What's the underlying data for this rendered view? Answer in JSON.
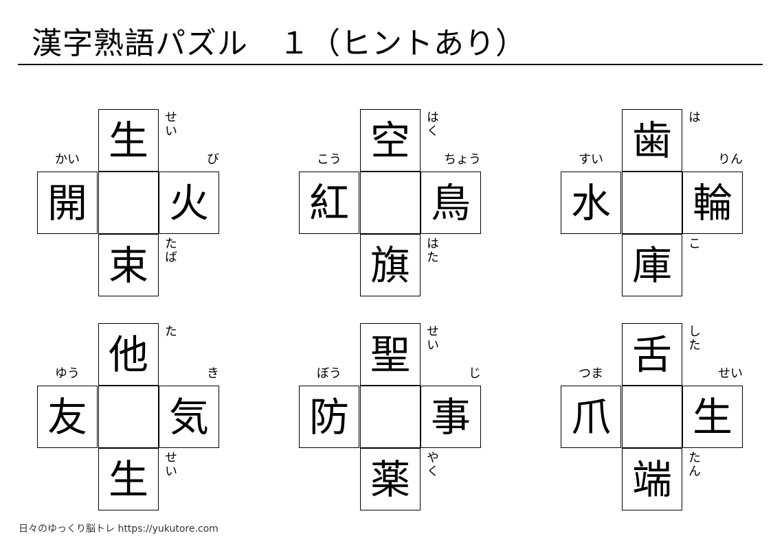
{
  "title": "漢字熟語パズル　１（ヒントあり）",
  "footer": "日々のゆっくり脳トレ https://yukutore.com",
  "puzzles": [
    {
      "top": "生",
      "top_ruby": "せい",
      "left": "開",
      "left_ruby": "かい",
      "right": "火",
      "right_ruby": "び",
      "bottom": "束",
      "bottom_ruby": "たば",
      "center": ""
    },
    {
      "top": "空",
      "top_ruby": "はく",
      "left": "紅",
      "left_ruby": "こう",
      "right": "鳥",
      "right_ruby": "ちょう",
      "bottom": "旗",
      "bottom_ruby": "はた",
      "center": ""
    },
    {
      "top": "歯",
      "top_ruby": "は",
      "left": "水",
      "left_ruby": "すい",
      "right": "輪",
      "right_ruby": "りん",
      "bottom": "庫",
      "bottom_ruby": "こ",
      "center": ""
    },
    {
      "top": "他",
      "top_ruby": "た",
      "left": "友",
      "left_ruby": "ゆう",
      "right": "気",
      "right_ruby": "き",
      "bottom": "生",
      "bottom_ruby": "せい",
      "center": ""
    },
    {
      "top": "聖",
      "top_ruby": "せい",
      "left": "防",
      "left_ruby": "ぼう",
      "right": "事",
      "right_ruby": "じ",
      "bottom": "薬",
      "bottom_ruby": "やく",
      "center": ""
    },
    {
      "top": "舌",
      "top_ruby": "した",
      "left": "爪",
      "left_ruby": "つま",
      "right": "生",
      "right_ruby": "せい",
      "bottom": "端",
      "bottom_ruby": "たん",
      "center": ""
    }
  ]
}
